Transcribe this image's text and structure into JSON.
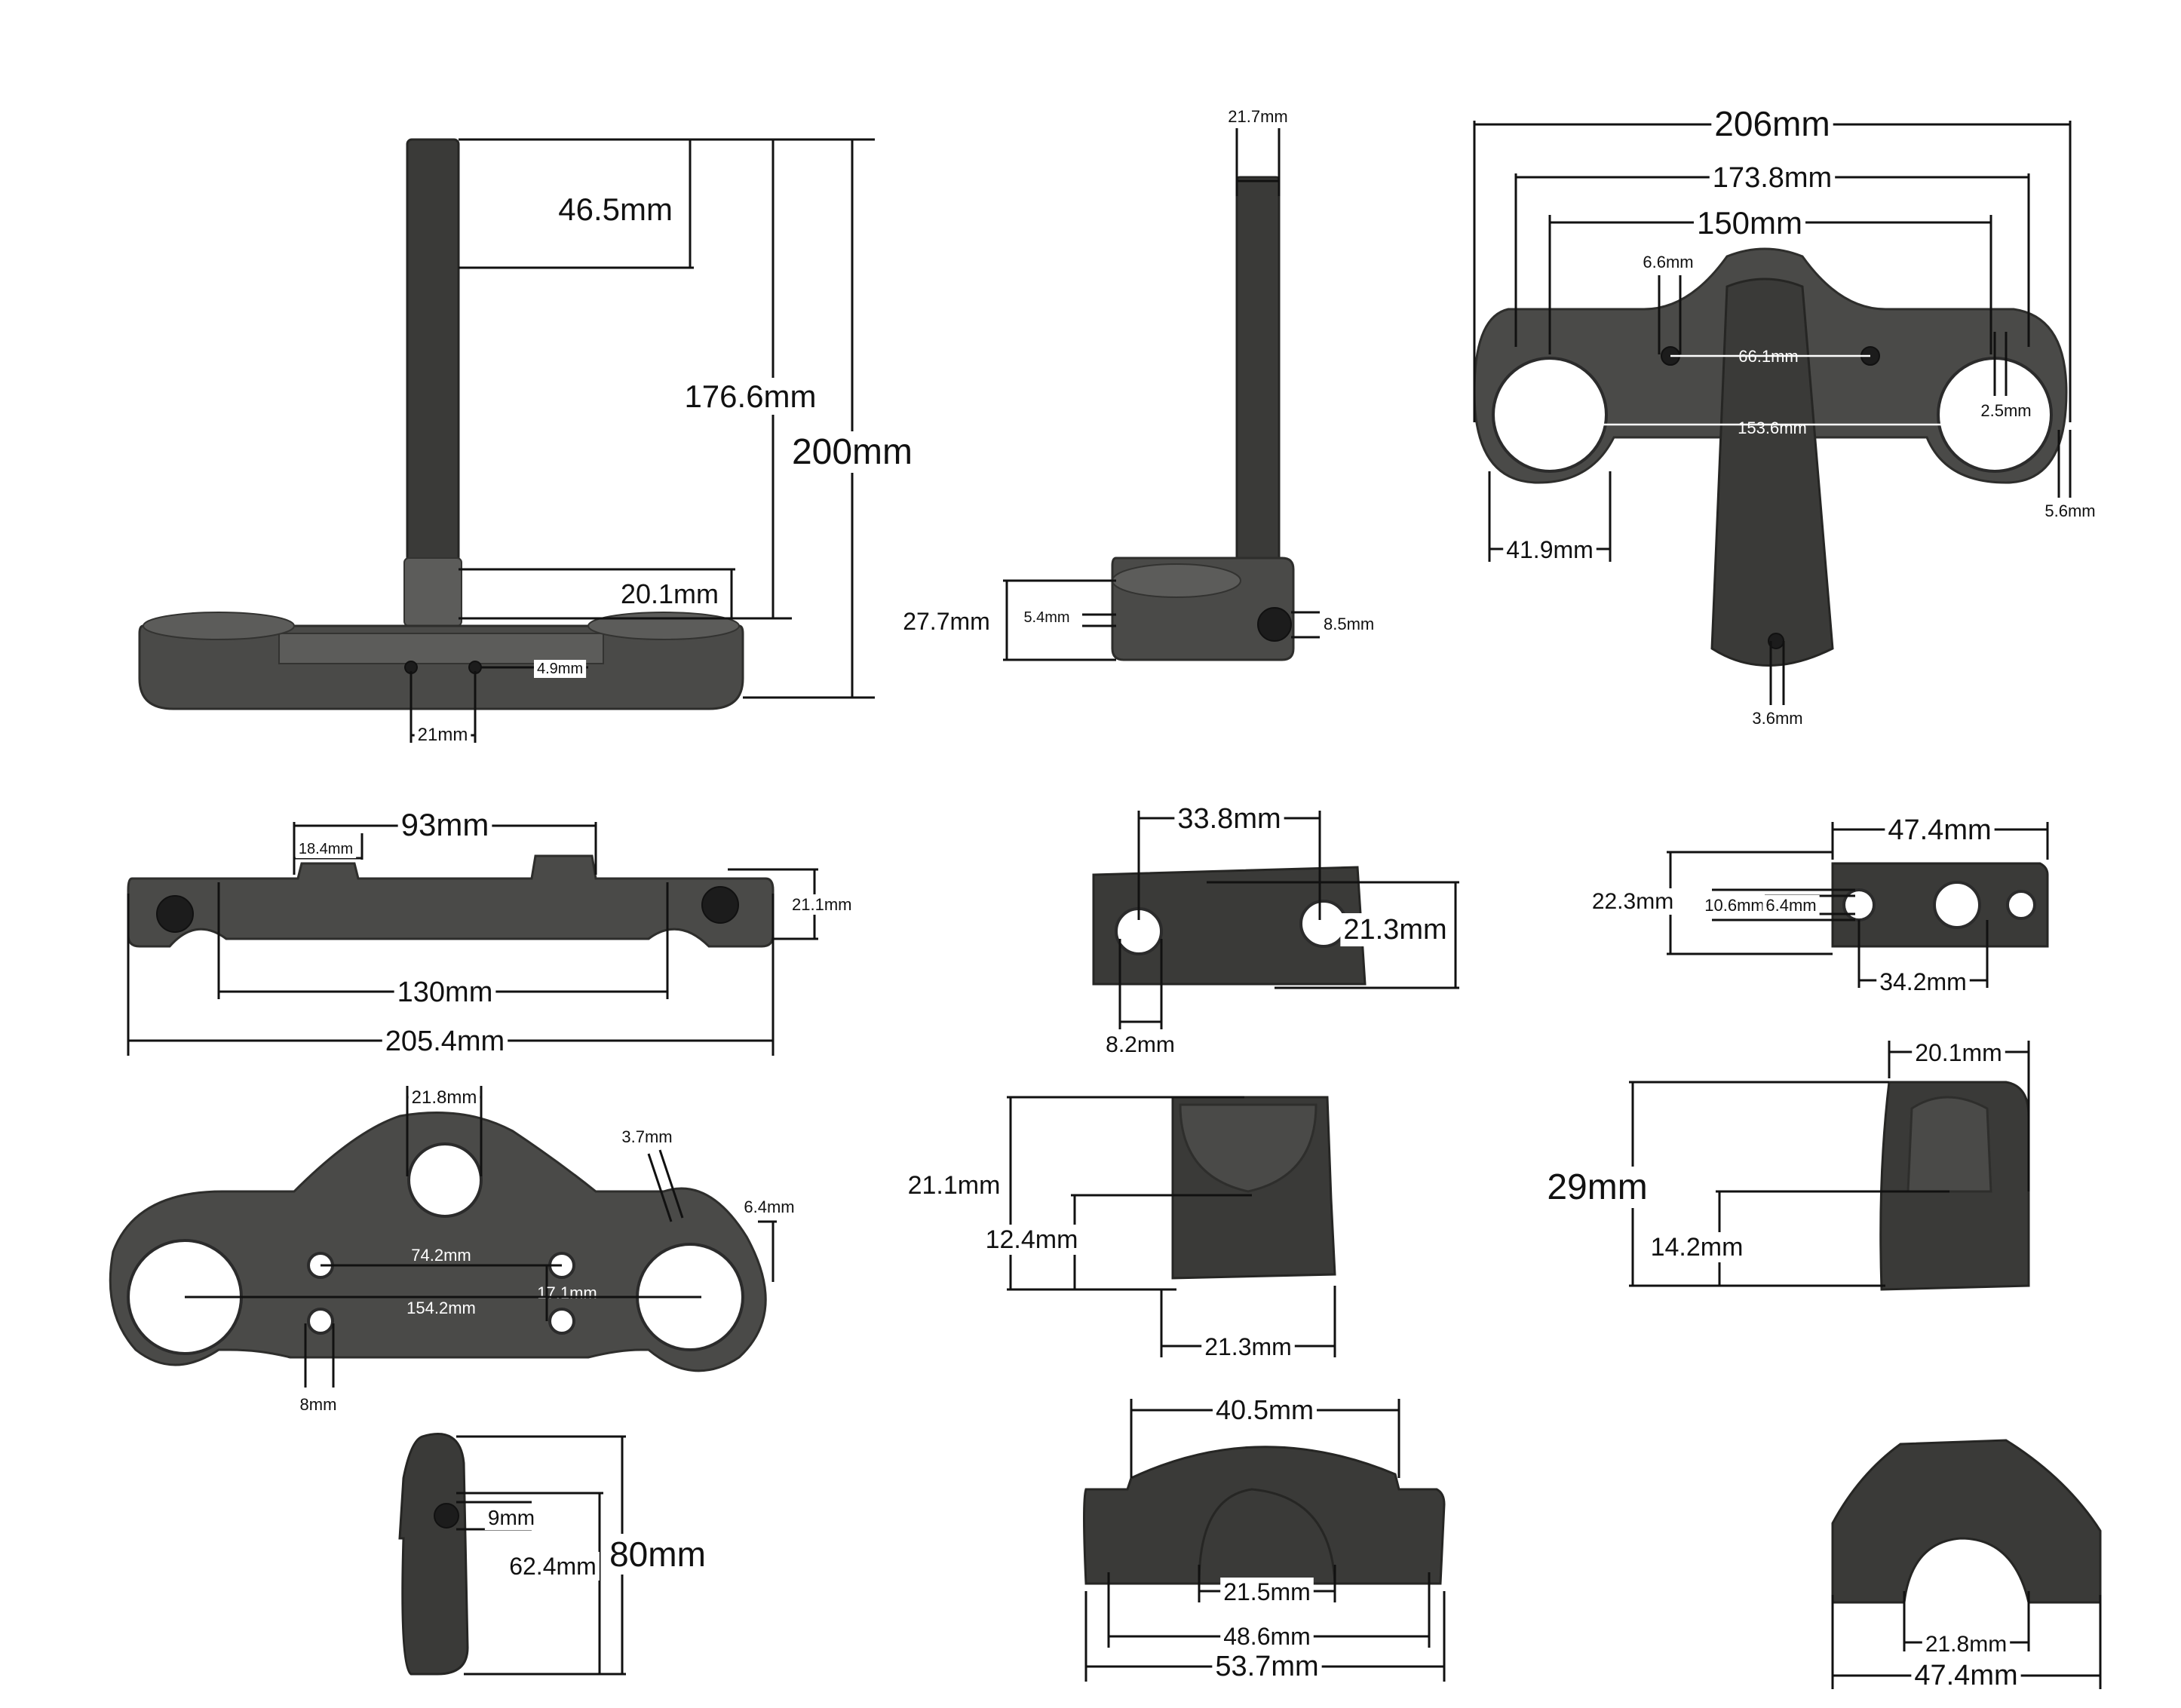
{
  "colors": {
    "background": "#ffffff",
    "metal": "#4a4a48",
    "metal_dark": "#3a3a38",
    "dimension_line": "#111111"
  },
  "labels": {
    "p1_top_thread": "46.5mm",
    "p1_stem_length": "176.6mm",
    "p1_total_height": "200mm",
    "p1_bottom_section": "20.1mm",
    "p1_hole_small": "4.9mm",
    "p1_hole_spacing": "21mm",
    "p2_stem_dia": "21.7mm",
    "p2_clamp_height": "27.7mm",
    "p2_slot": "5.4mm",
    "p2_bolt": "8.5mm",
    "p3_overall": "206mm",
    "p3_outer_centers": "173.8mm",
    "p3_fork_centers": "150mm",
    "p3_hole": "6.6mm",
    "p3_mount_spacing": "66.1mm",
    "p3_clamp_centers": "153.6mm",
    "p3_gap": "2.5mm",
    "p3_edge": "5.6mm",
    "p3_clamp_dia": "41.9mm",
    "p3_stem_hole": "3.6mm",
    "p4_top": "93mm",
    "p4_boss": "18.4mm",
    "p4_height": "21.1mm",
    "p4_inner": "130mm",
    "p4_overall": "205.4mm",
    "p5_spacing": "33.8mm",
    "p5_height": "21.3mm",
    "p5_hole": "8.2mm",
    "p6_width": "47.4mm",
    "p6_height": "22.3mm",
    "p6_a": "10.6mm",
    "p6_b": "6.4mm",
    "p6_spacing": "34.2mm",
    "p7_center_hole": "21.8mm",
    "p7_gap": "3.7mm",
    "p7_edge": "6.4mm",
    "p7_mount_spacing": "74.2mm",
    "p7_offset": "17.1mm",
    "p7_clamp_centers": "154.2mm",
    "p7_hole": "8mm",
    "p8_height": "21.1mm",
    "p8_inner": "12.4mm",
    "p8_width": "21.3mm",
    "p9_width": "20.1mm",
    "p9_height": "29mm",
    "p9_inner": "14.2mm",
    "p10_hole": "9mm",
    "p10_inner": "62.4mm",
    "p10_height": "80mm",
    "p11_top": "40.5mm",
    "p11_arc": "21.5mm",
    "p11_mid": "48.6mm",
    "p11_overall": "53.7mm",
    "p12_arc": "21.8mm",
    "p12_overall": "47.4mm"
  }
}
